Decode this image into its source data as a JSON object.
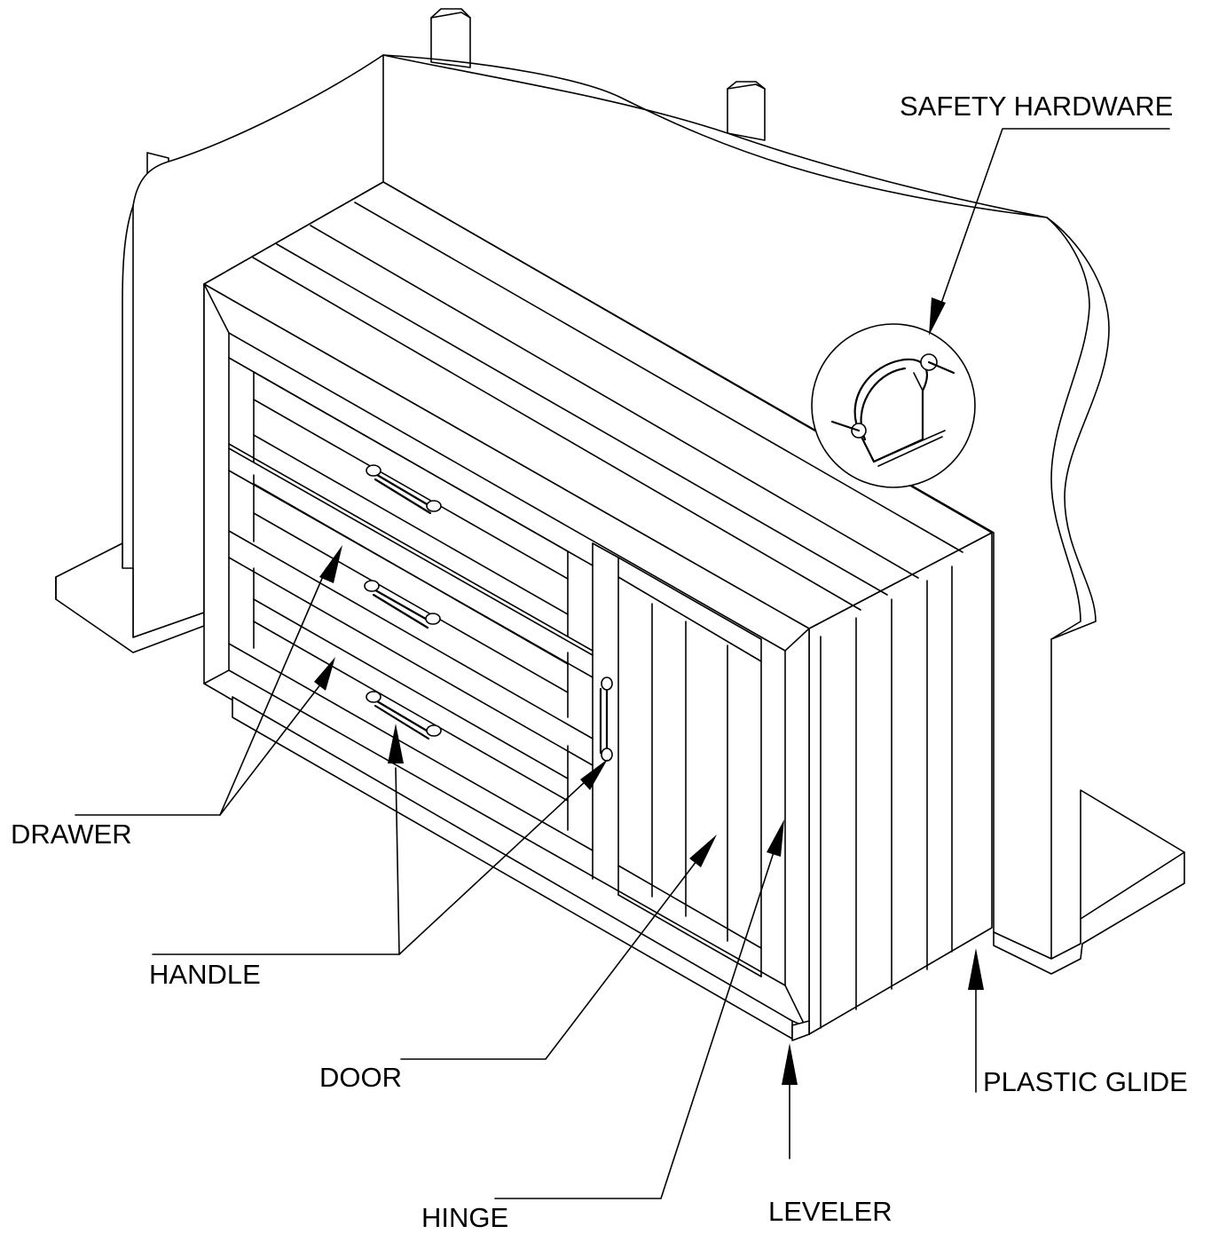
{
  "labels": {
    "safety_hardware": "SAFETY HARDWARE",
    "drawer": "DRAWER",
    "handle": "HANDLE",
    "door": "DOOR",
    "hinge": "HINGE",
    "leveler": "LEVELER",
    "plastic_glide": "PLASTIC GLIDE"
  }
}
